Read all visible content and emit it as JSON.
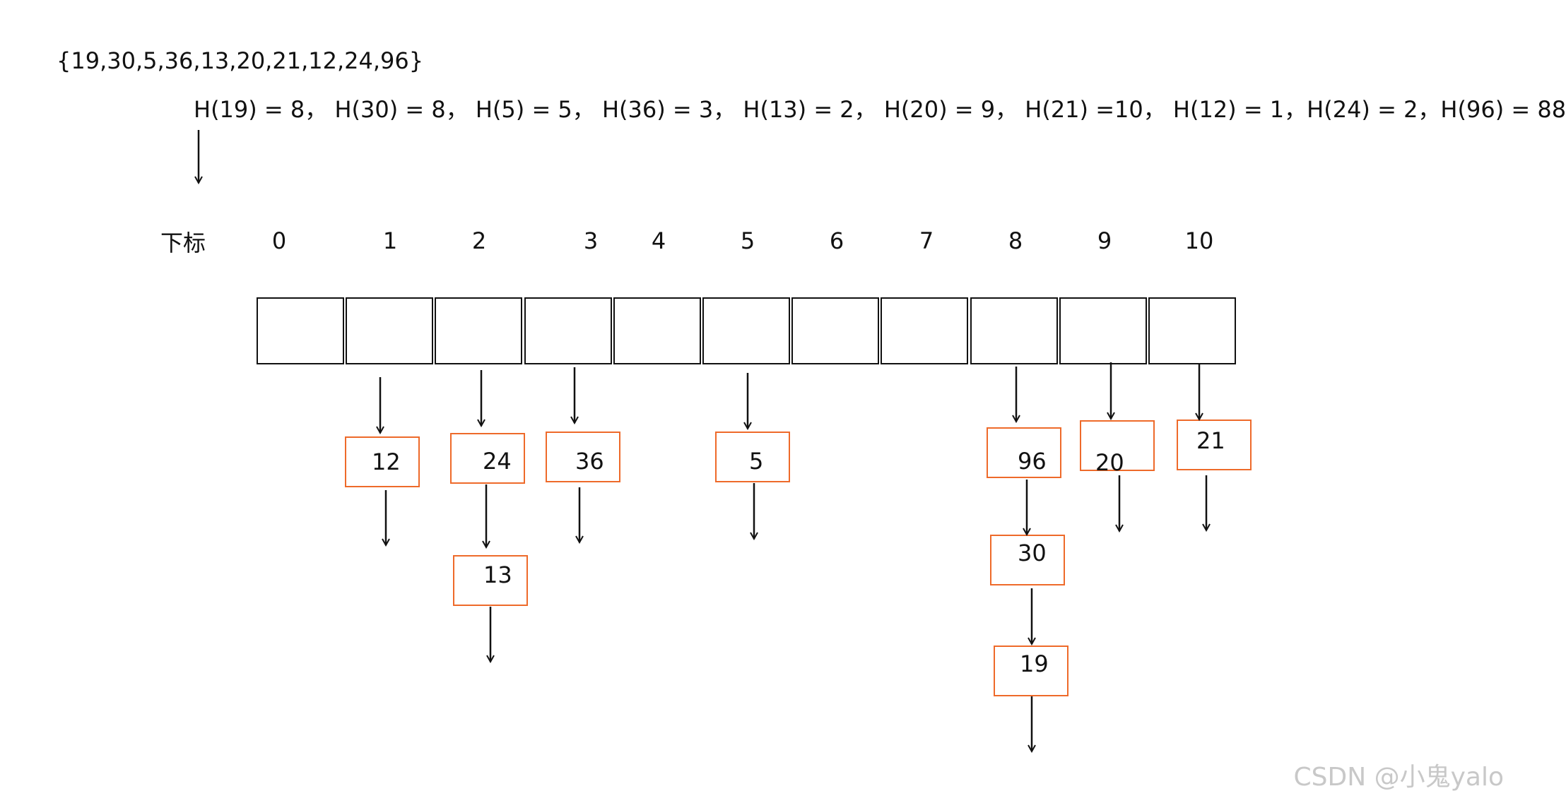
{
  "key_set": "{19,30,5,36,13,20,21,12,24,96}",
  "dot": "·",
  "hash_line": "H(19) = 8， H(30) = 8， H(5) = 5， H(36) = 3， H(13) = 2， H(20) = 9， H(21) =10， H(12) = 1，H(24) = 2，H(96) = 88",
  "subscript_label": "下标",
  "indices": [
    "0",
    "1",
    "2",
    "3",
    "4",
    "5",
    "6",
    "7",
    "8",
    "9",
    "10"
  ],
  "buckets": [
    {
      "index": "0",
      "chain": []
    },
    {
      "index": "1",
      "chain": [
        "12"
      ]
    },
    {
      "index": "2",
      "chain": [
        "24",
        "13"
      ]
    },
    {
      "index": "3",
      "chain": [
        "36"
      ]
    },
    {
      "index": "4",
      "chain": []
    },
    {
      "index": "5",
      "chain": [
        "5"
      ]
    },
    {
      "index": "6",
      "chain": []
    },
    {
      "index": "7",
      "chain": []
    },
    {
      "index": "8",
      "chain": [
        "96",
        "30",
        "19"
      ]
    },
    {
      "index": "9",
      "chain": [
        "20"
      ]
    },
    {
      "index": "10",
      "chain": [
        "21"
      ]
    }
  ],
  "colors": {
    "node_border": "#ee6a2a",
    "cell_border": "#111111",
    "arrow": "#111111",
    "watermark": "#c8c8c8"
  },
  "watermark": "CSDN @小鬼yalo"
}
